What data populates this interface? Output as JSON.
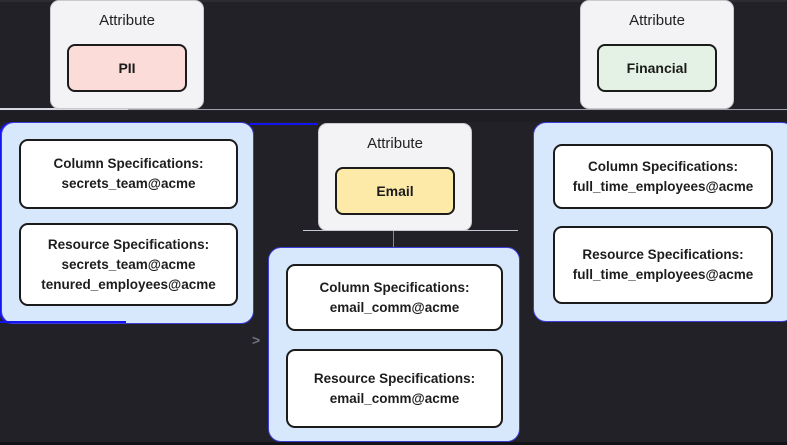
{
  "canvas": {
    "background": "#212127",
    "accent_blue": "#1414f2",
    "container_fill": "#d7e7fc"
  },
  "attribute_nodes": [
    {
      "title": "Attribute",
      "label": "PII",
      "bg_style": "background:#fbdcd8"
    },
    {
      "title": "Attribute",
      "label": "Email",
      "bg_style": "background:#fdeaa9"
    },
    {
      "title": "Attribute",
      "label": "Financial",
      "bg_style": "background:#e4f2e5"
    }
  ],
  "spec_nodes": [
    {
      "boxes": [
        {
          "heading": "Column Specifications:",
          "body": "secrets_team@acme"
        },
        {
          "heading": "Resource Specifications:",
          "body": "secrets_team@acme\ntenured_employees@acme"
        }
      ]
    },
    {
      "boxes": [
        {
          "heading": "Column Specifications:",
          "body": "email_comm@acme"
        },
        {
          "heading": "Resource Specifications:",
          "body": "email_comm@acme"
        }
      ]
    },
    {
      "boxes": [
        {
          "heading": "Column Specifications:",
          "body": "full_time_employees@acme"
        },
        {
          "heading": "Resource Specifications:",
          "body": "full_time_employees@acme"
        }
      ]
    }
  ],
  "edges": {
    "arrow_glyph": ">"
  }
}
